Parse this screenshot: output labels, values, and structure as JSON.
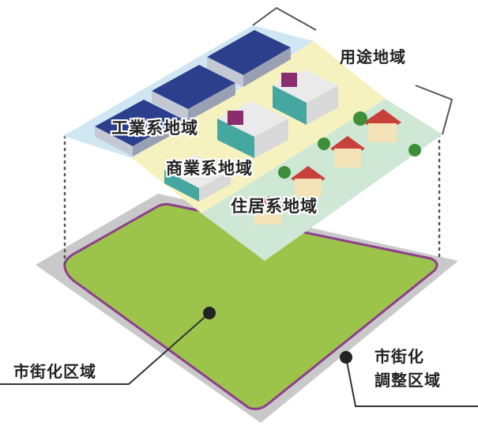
{
  "labels": {
    "youto_chiiki": "用途地域",
    "kogyo": "工業系地域",
    "shogyo": "商業系地域",
    "jukyo": "住居系地域",
    "shigaika_kuiki": "市街化区域",
    "chosei_line1": "市街化",
    "chosei_line2": "調整区域"
  },
  "colors": {
    "industrial_zone": "#cfe6f2",
    "commercial_zone": "#f6f2be",
    "residential_zone": "#cfe8d4",
    "urbanization_area": "#9bc24a",
    "boundary_line": "#8e3f8c",
    "control_area": "#c8c8c8"
  }
}
